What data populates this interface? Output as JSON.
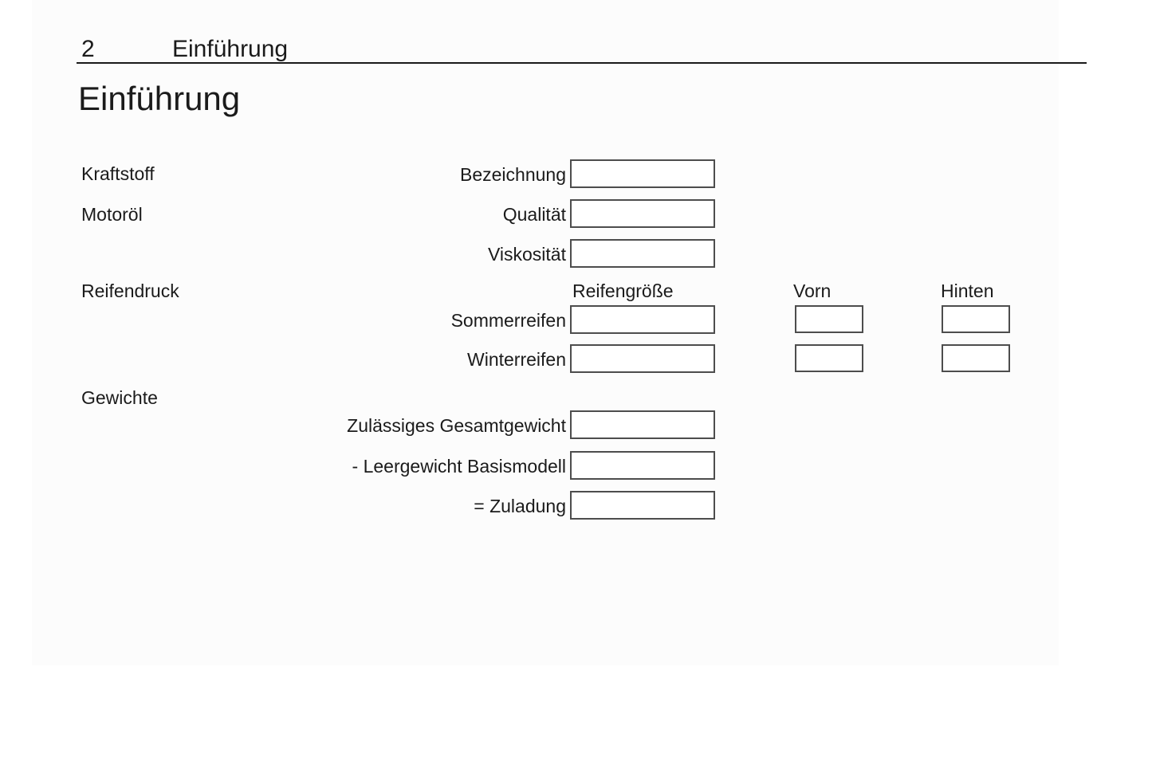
{
  "colors": {
    "panel_background": "#fcfcfc",
    "page_background": "#ffffff",
    "text": "#1b1b1b",
    "box_border": "#4d4d4d",
    "header_rule": "#1a1a1a"
  },
  "header": {
    "page_number": "2",
    "chapter": "Einführung"
  },
  "title": "Einführung",
  "form": {
    "sections": {
      "fuel_label": "Kraftstoff",
      "oil_label": "Motoröl",
      "tire_pressure_label": "Reifendruck",
      "weights_label": "Gewichte"
    },
    "fluid_fields": [
      {
        "label": "Bezeichnung",
        "value": ""
      },
      {
        "label": "Qualität",
        "value": ""
      },
      {
        "label": "Viskosität",
        "value": ""
      }
    ],
    "tire_table": {
      "columns": [
        "Reifengröße",
        "Vorn",
        "Hinten"
      ],
      "rows": [
        {
          "label": "Sommerreifen",
          "size": "",
          "front": "",
          "rear": ""
        },
        {
          "label": "Winterreifen",
          "size": "",
          "front": "",
          "rear": ""
        }
      ]
    },
    "weight_fields": [
      {
        "label": "Zulässiges Gesamtgewicht",
        "value": ""
      },
      {
        "label": "- Leergewicht Basismodell",
        "value": ""
      },
      {
        "label": "= Zuladung",
        "value": ""
      }
    ]
  }
}
